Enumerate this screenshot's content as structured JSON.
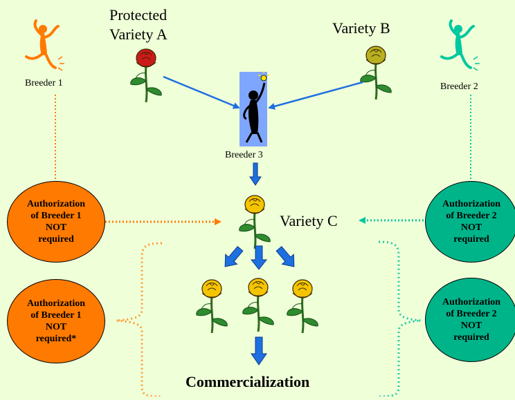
{
  "diagram": {
    "protected_variety_label": "Protected\nVariety A",
    "variety_b_label": "Variety B",
    "variety_c_label": "Variety C",
    "breeder1_label": "Breeder 1",
    "breeder2_label": "Breeder 2",
    "breeder3_label": "Breeder 3",
    "commercialization_label": "Commercialization",
    "auth_b1_top": "Authorization\nof Breeder 1\nNOT\nrequired",
    "auth_b2_top": "Authorization\nof Breeder 2\nNOT\nrequired",
    "auth_b1_bottom": "Authorization\nof Breeder 1\nNOT\nrequired*",
    "auth_b2_bottom": "Authorization\nof Breeder 2\nNOT\nrequired"
  },
  "colors": {
    "background": "#efffd8",
    "breeder1": "#ff7a00",
    "breeder2": "#00c8a0",
    "arrow_blue": "#1e6fe0",
    "rose_red": "#cc1a1a",
    "rose_olive": "#b8b020",
    "rose_yellow": "#f5c400",
    "leaf_green": "#2e8b2e",
    "breeder3_box": "#7fa6ff"
  },
  "icons": {
    "breeder1": "dancing-figure-icon",
    "breeder2": "dancing-figure-icon",
    "breeder3": "thinking-person-icon",
    "roses": "rose-flower-icon"
  }
}
